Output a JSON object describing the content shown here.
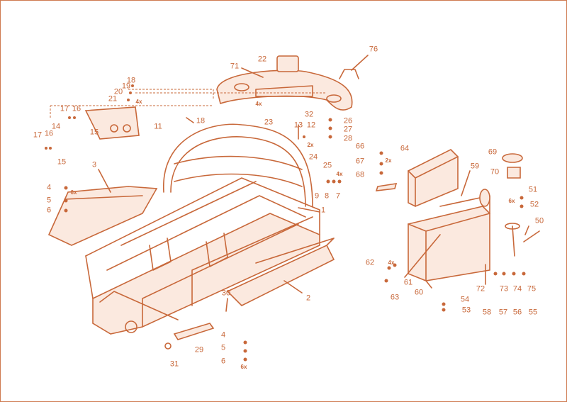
{
  "colors": {
    "line": "#c8683a",
    "fill": "#fbe9df",
    "background": "#ffffff"
  },
  "callouts": [
    "1",
    "2",
    "3",
    "4",
    "5",
    "6",
    "7",
    "8",
    "9",
    "11",
    "12",
    "13",
    "14",
    "15",
    "16",
    "17",
    "18",
    "19",
    "20",
    "21",
    "22",
    "23",
    "24",
    "25",
    "26",
    "27",
    "28",
    "29",
    "30",
    "31",
    "32",
    "50",
    "51",
    "52",
    "53",
    "54",
    "55",
    "56",
    "57",
    "58",
    "59",
    "60",
    "61",
    "62",
    "63",
    "64",
    "66",
    "67",
    "68",
    "69",
    "70",
    "71",
    "72",
    "73",
    "74",
    "75",
    "76"
  ],
  "repeat_labels": [
    "4",
    "5",
    "6",
    "17",
    "16",
    "15",
    "18"
  ],
  "qty_marks": [
    "6x",
    "4x",
    "2x"
  ]
}
